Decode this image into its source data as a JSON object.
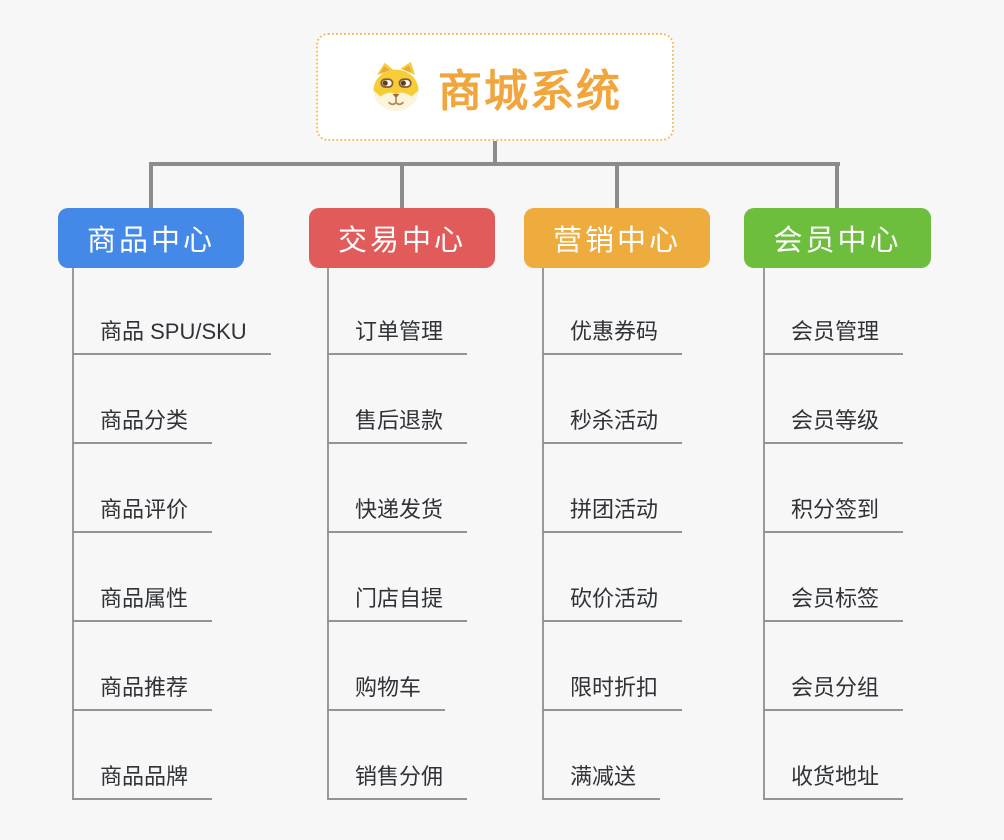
{
  "meta": {
    "background_color": "#f7f7f7",
    "connector_color": "#8c8c8c",
    "leaf_line_color": "#949494",
    "leaf_text_color": "#2f3237"
  },
  "root": {
    "title": "商城系统",
    "icon": "shiba-dog-face-icon",
    "title_color": "#f0a63c",
    "border_color": "#f2c269"
  },
  "branches": [
    {
      "label": "商品中心",
      "color": "#4489e8",
      "children": [
        "商品 SPU/SKU",
        "商品分类",
        "商品评价",
        "商品属性",
        "商品推荐",
        "商品品牌"
      ]
    },
    {
      "label": "交易中心",
      "color": "#e25b5b",
      "children": [
        "订单管理",
        "售后退款",
        "快递发货",
        "门店自提",
        "购物车",
        "销售分佣"
      ]
    },
    {
      "label": "营销中心",
      "color": "#eeab3e",
      "children": [
        "优惠券码",
        "秒杀活动",
        "拼团活动",
        "砍价活动",
        "限时折扣",
        "满减送"
      ]
    },
    {
      "label": "会员中心",
      "color": "#6cbe3c",
      "children": [
        "会员管理",
        "会员等级",
        "积分签到",
        "会员标签",
        "会员分组",
        "收货地址"
      ]
    }
  ]
}
